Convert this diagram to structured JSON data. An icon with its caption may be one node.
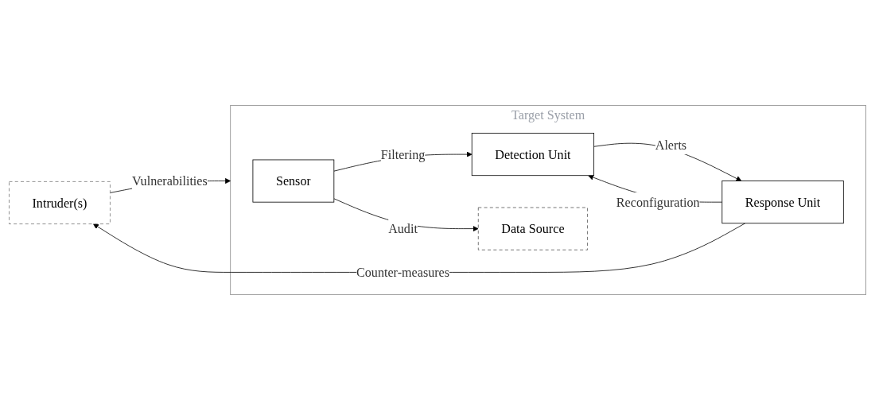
{
  "diagram": {
    "nodes": [
      {
        "text": [
          "Intruder(s)"
        ]
      },
      {
        "text": [
          "Target System"
        ]
      },
      {
        "text": [
          "Sensor"
        ],
        "in": 1
      },
      {
        "text": [
          "Detection Unit"
        ],
        "in": 1
      },
      {
        "text": [
          "Data Source"
        ],
        "in": 1
      },
      {
        "text": [
          "Response Unit"
        ],
        "in": 1
      }
    ],
    "edges": [
      {
        "from": 0,
        "to": 1,
        "label": "Vulnerabilities",
        "arrow": "to"
      },
      {
        "from": 2,
        "to": 3,
        "label": "Filtering",
        "arrow": "to"
      },
      {
        "from": 2,
        "to": 4,
        "label": "Audit",
        "arrow": "to"
      },
      {
        "from": 3,
        "to": 5,
        "label": "Alerts",
        "arrow": "to"
      },
      {
        "from": 5,
        "to": 3,
        "label": "Reconfiguration",
        "arrow": "to"
      },
      {
        "from": 5,
        "to": 0,
        "label": "Counter-measures",
        "arrow": "to"
      }
    ]
  }
}
